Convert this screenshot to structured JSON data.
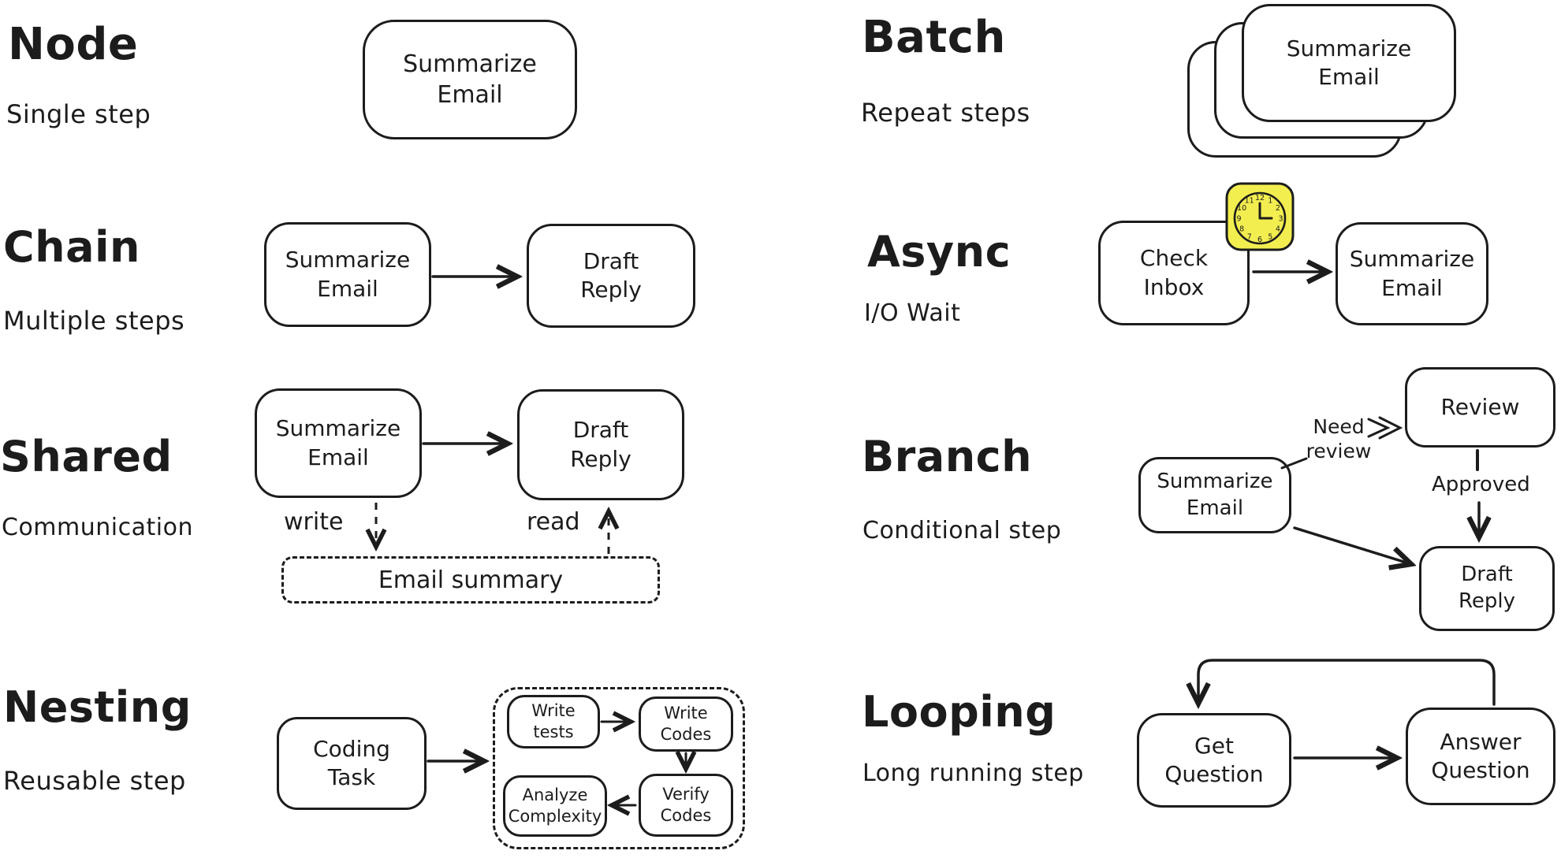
{
  "ink_color": "#1c1c1c",
  "clock_bg_color": "#f3ee4f",
  "sections": {
    "node": {
      "title": "Node",
      "subtitle": "Single step",
      "box1": "Summarize\nEmail"
    },
    "chain": {
      "title": "Chain",
      "subtitle": "Multiple steps",
      "box1": "Summarize\nEmail",
      "box2": "Draft\nReply"
    },
    "shared": {
      "title": "Shared",
      "subtitle": "Communication",
      "box1": "Summarize\nEmail",
      "box2": "Draft\nReply",
      "write_label": "write",
      "read_label": "read",
      "store_label": "Email summary"
    },
    "nesting": {
      "title": "Nesting",
      "subtitle": "Reusable step",
      "box1": "Coding\nTask",
      "inner1": "Write\ntests",
      "inner2": "Write\nCodes",
      "inner3": "Analyze\nComplexity",
      "inner4": "Verify\nCodes"
    },
    "batch": {
      "title": "Batch",
      "subtitle": "Repeat steps",
      "box1": "Summarize\nEmail"
    },
    "async": {
      "title": "Async",
      "subtitle": "I/O Wait",
      "box1": "Check\nInbox",
      "box2": "Summarize\nEmail",
      "clock_numbers": [
        "12",
        "1",
        "2",
        "3",
        "4",
        "5",
        "6",
        "7",
        "8",
        "9",
        "10",
        "11"
      ]
    },
    "branch": {
      "title": "Branch",
      "subtitle": "Conditional step",
      "box1": "Summarize\nEmail",
      "box2": "Review",
      "box3": "Draft\nReply",
      "label_need_review": "Need\nreview",
      "label_approved": "Approved"
    },
    "looping": {
      "title": "Looping",
      "subtitle": "Long running step",
      "box1": "Get\nQuestion",
      "box2": "Answer\nQuestion"
    }
  }
}
